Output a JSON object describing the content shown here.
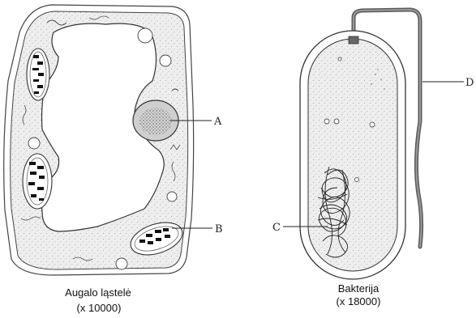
{
  "plant_cell": {
    "caption_name": "Augalo ląstelė",
    "caption_mag": "(x 10000)",
    "label_a": "A",
    "label_b": "B"
  },
  "bacterium": {
    "caption_name": "Bakterija",
    "caption_mag": "(x 18000)",
    "label_c": "C",
    "label_d": "D"
  }
}
